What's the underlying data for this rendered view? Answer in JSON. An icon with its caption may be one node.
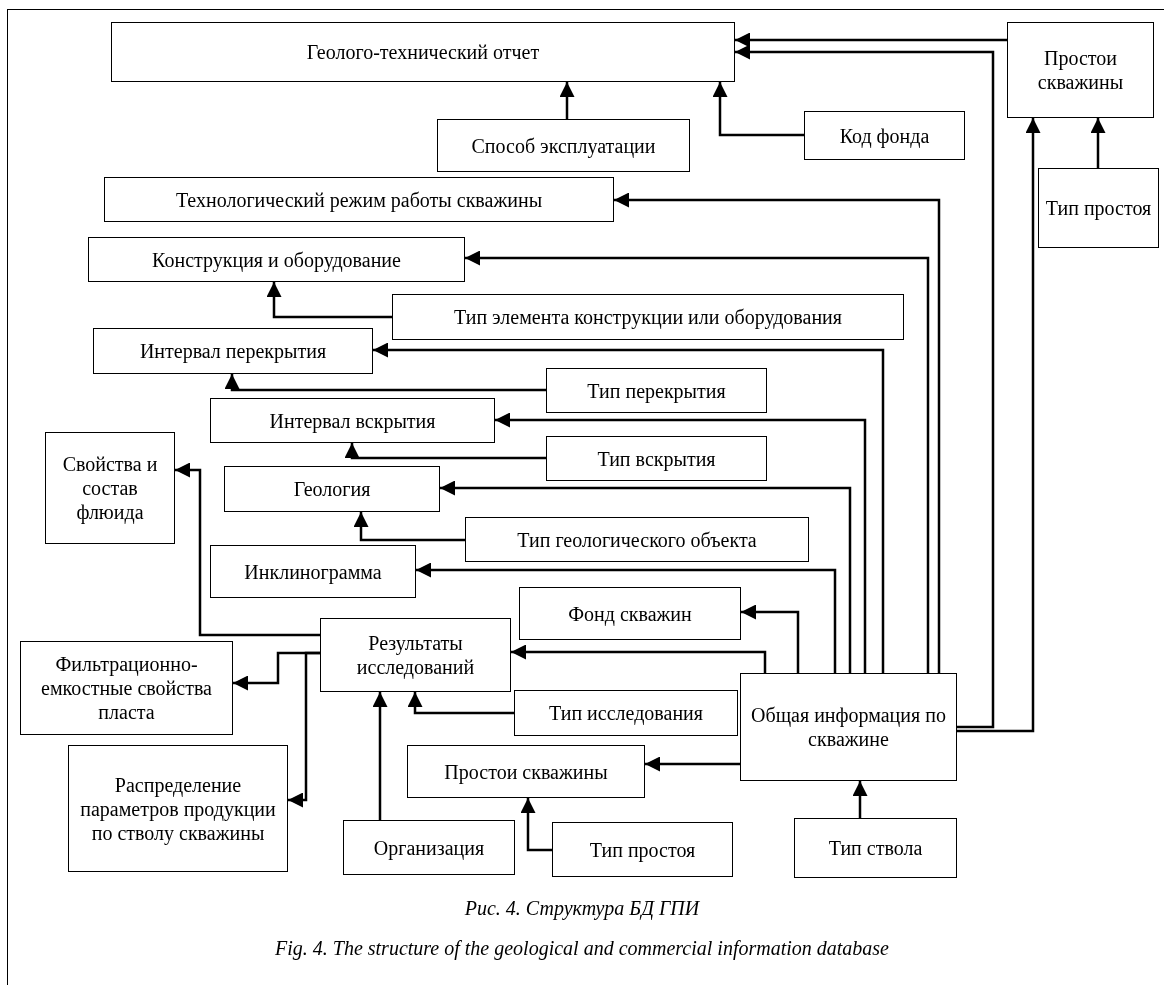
{
  "diagram": {
    "caption": "Рис. 4. Структура БД ГПИ",
    "nodes": [
      {
        "text": [
          "Геолого-технический отчет"
        ]
      },
      {
        "text": [
          "Простои скважины"
        ]
      },
      {
        "text": [
          "Способ эксплуатации"
        ]
      },
      {
        "text": [
          "Код фонда"
        ]
      },
      {
        "text": [
          "Тип простоя"
        ]
      },
      {
        "text": [
          "Технологический режим работы скважины"
        ]
      },
      {
        "text": [
          "Конструкция и оборудование"
        ]
      },
      {
        "text": [
          "Тип элемента конструкции или оборудования"
        ]
      },
      {
        "text": [
          "Интервал перекрытия"
        ]
      },
      {
        "text": [
          "Тип перекрытия"
        ]
      },
      {
        "text": [
          "Интервал вскрытия"
        ]
      },
      {
        "text": [
          "Тип вскрытия"
        ]
      },
      {
        "text": [
          "Свойства и состав флюида"
        ]
      },
      {
        "text": [
          "Геология"
        ]
      },
      {
        "text": [
          "Тип геологического объекта"
        ]
      },
      {
        "text": [
          "Инклинограмма"
        ]
      },
      {
        "text": [
          "Фонд скважин"
        ]
      },
      {
        "text": [
          "Результаты исследований"
        ]
      },
      {
        "text": [
          "Фильтрационно-емкостные свойства пласта"
        ]
      },
      {
        "text": [
          "Тип исследования"
        ]
      },
      {
        "text": [
          "Общая информация по скважине"
        ]
      },
      {
        "text": [
          "Простои скважины"
        ]
      },
      {
        "text": [
          "Распределение параметров продукции по стволу скважины"
        ]
      },
      {
        "text": [
          "Организация"
        ]
      },
      {
        "text": [
          "Тип простоя"
        ]
      },
      {
        "text": [
          "Тип ствола"
        ]
      }
    ],
    "edges": [
      {
        "from": 1,
        "to": 0,
        "arrow": "to"
      },
      {
        "from": 20,
        "to": 0,
        "arrow": "to"
      },
      {
        "from": 20,
        "to": 1,
        "arrow": "to"
      },
      {
        "from": 4,
        "to": 1,
        "arrow": "to"
      },
      {
        "from": 2,
        "to": 0,
        "arrow": "to"
      },
      {
        "from": 3,
        "to": 0,
        "arrow": "to"
      },
      {
        "from": 20,
        "to": 5,
        "arrow": "to"
      },
      {
        "from": 20,
        "to": 6,
        "arrow": "to"
      },
      {
        "from": 7,
        "to": 6,
        "arrow": "to"
      },
      {
        "from": 20,
        "to": 8,
        "arrow": "to"
      },
      {
        "from": 9,
        "to": 8,
        "arrow": "to"
      },
      {
        "from": 20,
        "to": 10,
        "arrow": "to"
      },
      {
        "from": 11,
        "to": 10,
        "arrow": "to"
      },
      {
        "from": 20,
        "to": 13,
        "arrow": "to"
      },
      {
        "from": 14,
        "to": 13,
        "arrow": "to"
      },
      {
        "from": 20,
        "to": 15,
        "arrow": "to"
      },
      {
        "from": 20,
        "to": 16,
        "arrow": "to"
      },
      {
        "from": 20,
        "to": 17,
        "arrow": "to"
      },
      {
        "from": 19,
        "to": 17,
        "arrow": "to"
      },
      {
        "from": 17,
        "to": 12,
        "arrow": "to"
      },
      {
        "from": 17,
        "to": 18,
        "arrow": "to"
      },
      {
        "from": 17,
        "to": 22,
        "arrow": "to"
      },
      {
        "from": 23,
        "to": 17,
        "arrow": "to"
      },
      {
        "from": 20,
        "to": 21,
        "arrow": "to"
      },
      {
        "from": 24,
        "to": 21,
        "arrow": "to"
      },
      {
        "from": 25,
        "to": 20,
        "arrow": "to"
      }
    ],
    "labels": [
      "Fig. 4. The structure of the geological and commercial information database"
    ]
  }
}
